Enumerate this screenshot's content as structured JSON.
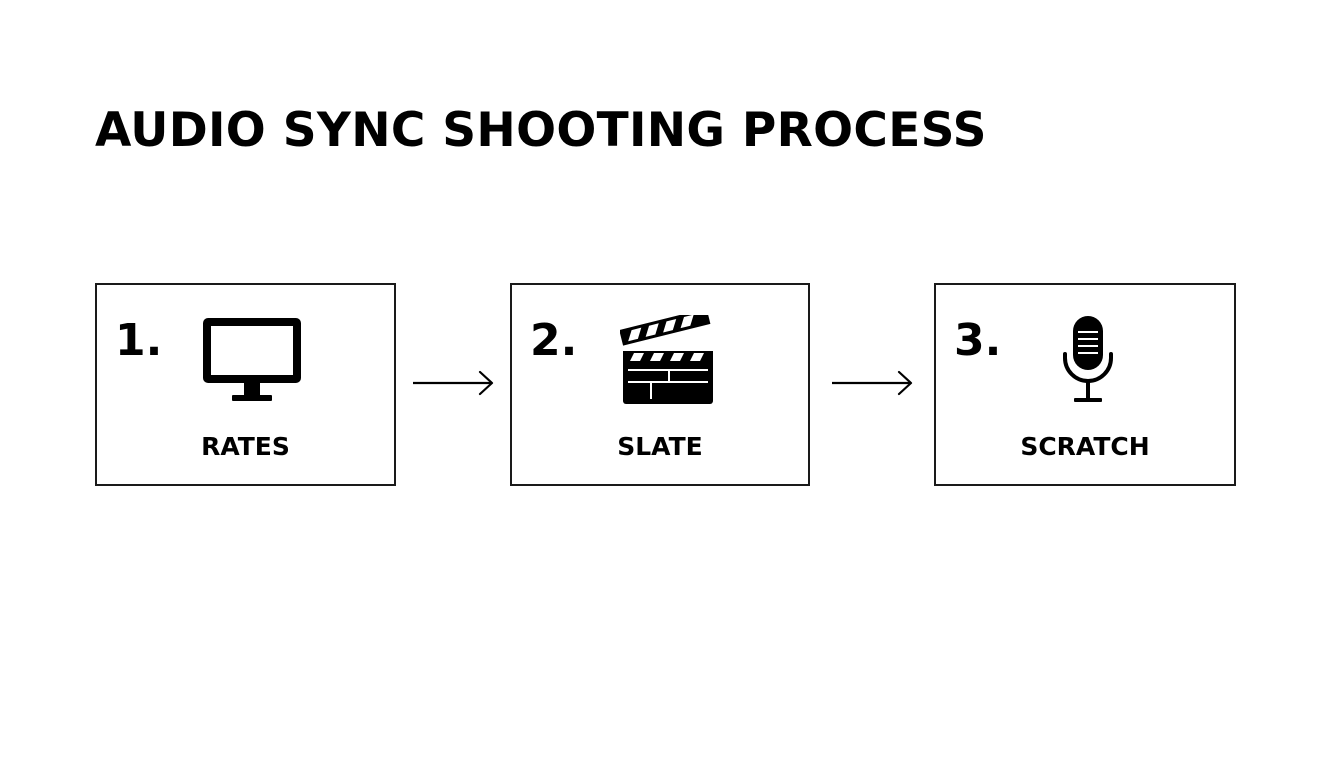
{
  "title": "AUDIO SYNC SHOOTING PROCESS",
  "steps": [
    {
      "number": "1.",
      "label": "RATES",
      "icon": "monitor-icon"
    },
    {
      "number": "2.",
      "label": "SLATE",
      "icon": "clapperboard-icon"
    },
    {
      "number": "3.",
      "label": "SCRATCH",
      "icon": "microphone-icon"
    }
  ],
  "colors": {
    "background": "#ffffff",
    "ink": "#000000"
  }
}
